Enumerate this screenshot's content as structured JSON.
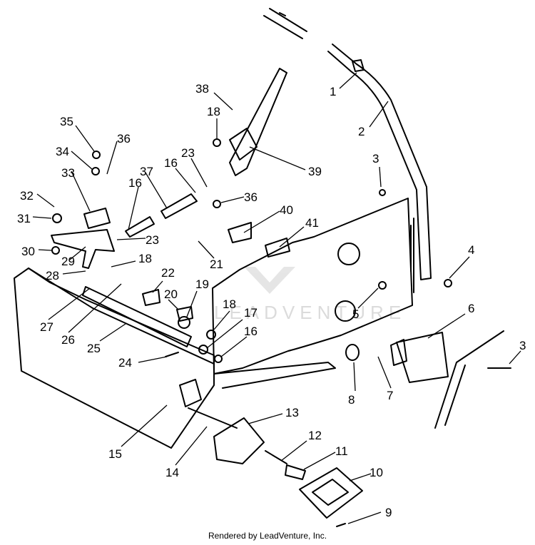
{
  "footer_text": "Rendered by LeadVenture, Inc.",
  "watermark_text": "LEADVENTURE",
  "callouts": [
    "1",
    "2",
    "3",
    "3",
    "4",
    "5",
    "6",
    "7",
    "8",
    "9",
    "10",
    "11",
    "12",
    "13",
    "14",
    "15",
    "16",
    "16",
    "16",
    "17",
    "18",
    "18",
    "18",
    "19",
    "20",
    "21",
    "22",
    "23",
    "23",
    "24",
    "25",
    "26",
    "27",
    "28",
    "29",
    "30",
    "31",
    "32",
    "33",
    "34",
    "35",
    "36",
    "36",
    "37",
    "38",
    "39",
    "40",
    "41"
  ]
}
